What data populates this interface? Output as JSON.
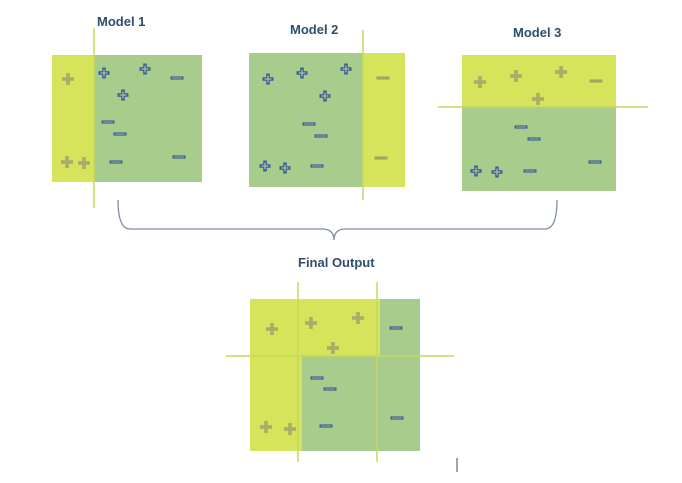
{
  "labels": {
    "model1": "Model 1",
    "model2": "Model 2",
    "model3": "Model 3",
    "final": "Final Output"
  },
  "colors": {
    "green": "#a8cc8c",
    "yellow": "#d5e45a",
    "plus_yellow": "#a8ad6a",
    "plus_blue": "#3d5a9c",
    "minus": "#3e5f95",
    "minus_on_yellow": "#9aa862",
    "line": "#c6d85e",
    "brace": "#7d8ea3"
  },
  "icons": {
    "plus": "plus-icon",
    "minus": "minus-icon"
  }
}
